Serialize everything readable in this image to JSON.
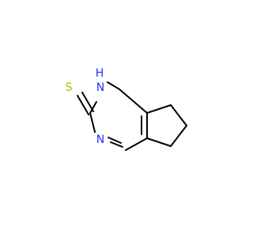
{
  "molecule": {
    "atoms": {
      "s": {
        "symbol": "S",
        "color": "#b5b500"
      },
      "nh": {
        "symbol": "H",
        "color": "#2a2aff"
      },
      "n1": {
        "symbol": "N",
        "color": "#2a2aff"
      },
      "n3": {
        "symbol": "N",
        "color": "#2a2aff"
      }
    },
    "bond_color": "#000000"
  }
}
